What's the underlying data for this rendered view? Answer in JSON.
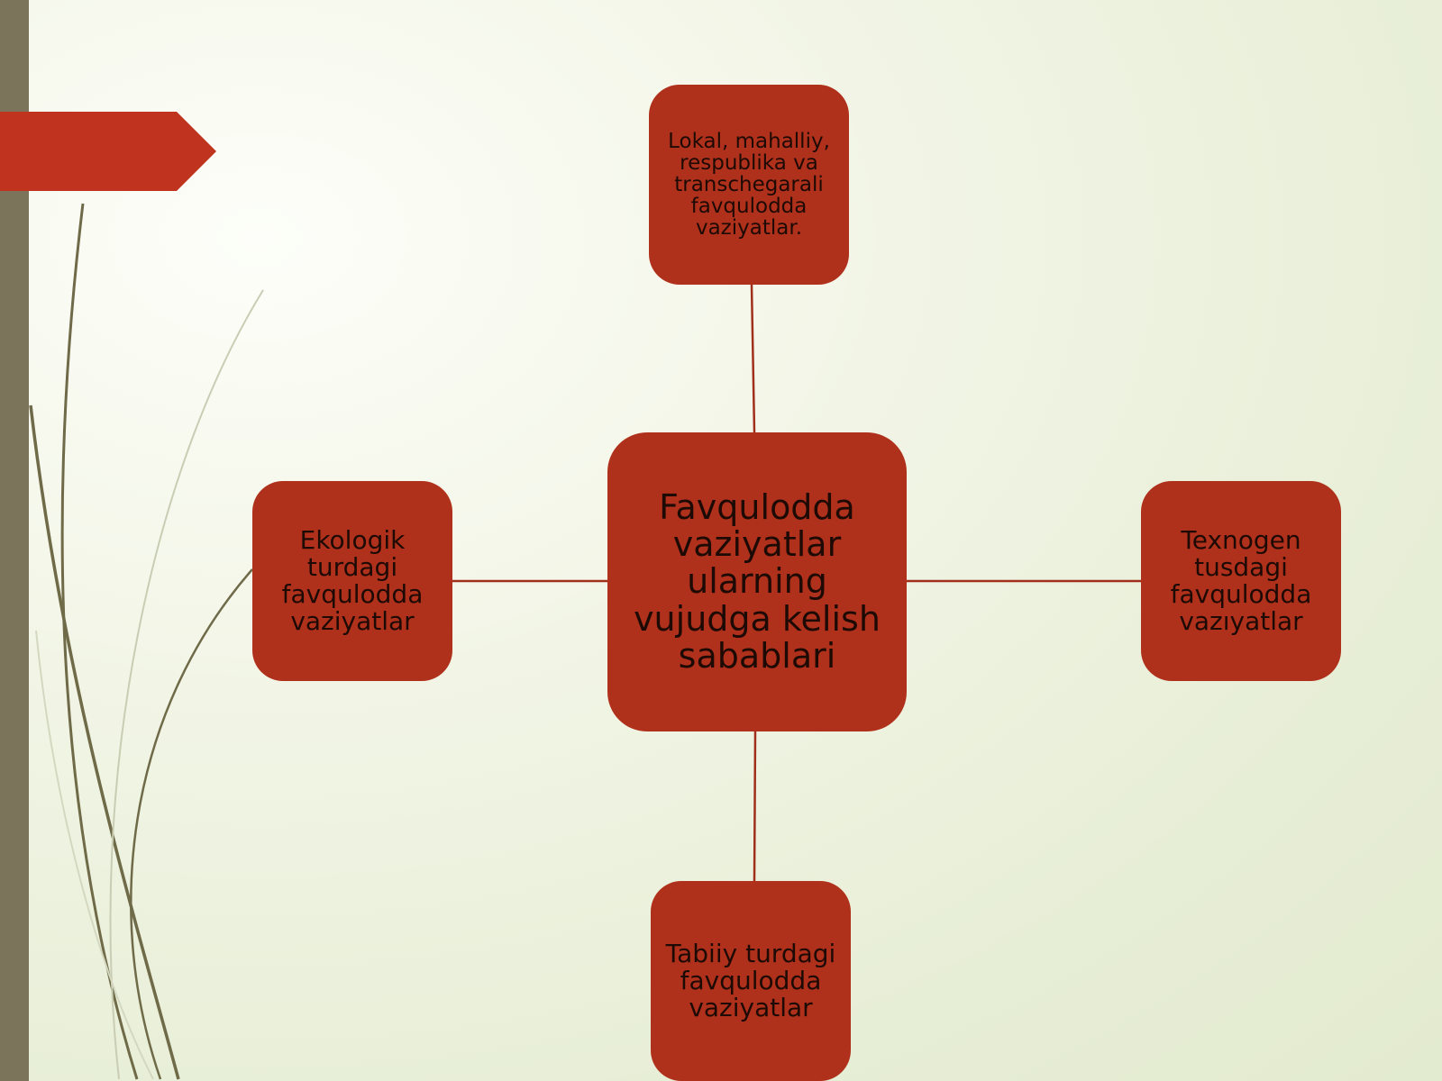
{
  "diagram": {
    "center": {
      "label": "Favqulodda vaziyatlar ularning vujudga kelish sabablari"
    },
    "top": {
      "label": "Lokal, mahalliy, respublika va transchegarali favqulodda vaziyatlar."
    },
    "left": {
      "label": "Ekologik turdagi favqulodda vaziyatlar"
    },
    "right": {
      "label": "Texnogen tusdagi favqulodda vazıyatlar"
    },
    "bottom": {
      "label": "Tabiiy turdagi favqulodda vaziyatlar"
    }
  },
  "colors": {
    "node_fill": "#b0311b",
    "accent_tab": "#c0331f",
    "connector": "#a0301c",
    "side_bar": "#7c745a",
    "grass_stroke": "#6f6a48"
  }
}
